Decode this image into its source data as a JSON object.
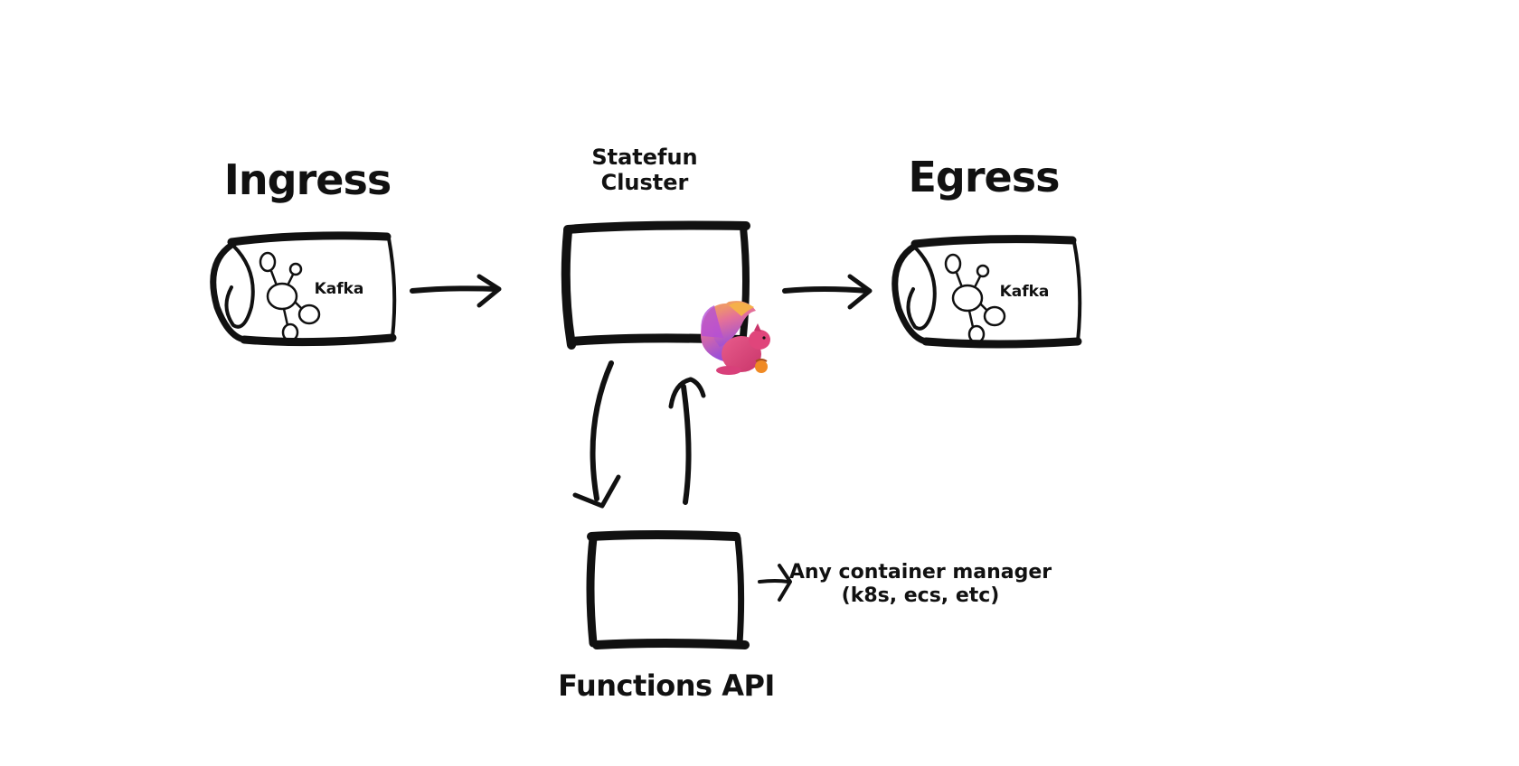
{
  "ingress": {
    "title": "Ingress",
    "broker_label": "Kafka"
  },
  "cluster": {
    "title_line1": "Statefun",
    "title_line2": "Cluster",
    "logo_icon": "flink-squirrel-icon"
  },
  "egress": {
    "title": "Egress",
    "broker_label": "Kafka"
  },
  "functions": {
    "title": "Functions API",
    "note_line1": "Any container manager",
    "note_line2": "(k8s, ecs, etc)"
  },
  "colors": {
    "ink": "#111111",
    "squirrel_body": "#e0457b",
    "squirrel_tail_top": "#f5b04a",
    "squirrel_tail_mid": "#b44fd6",
    "squirrel_acorn": "#f08a24"
  }
}
